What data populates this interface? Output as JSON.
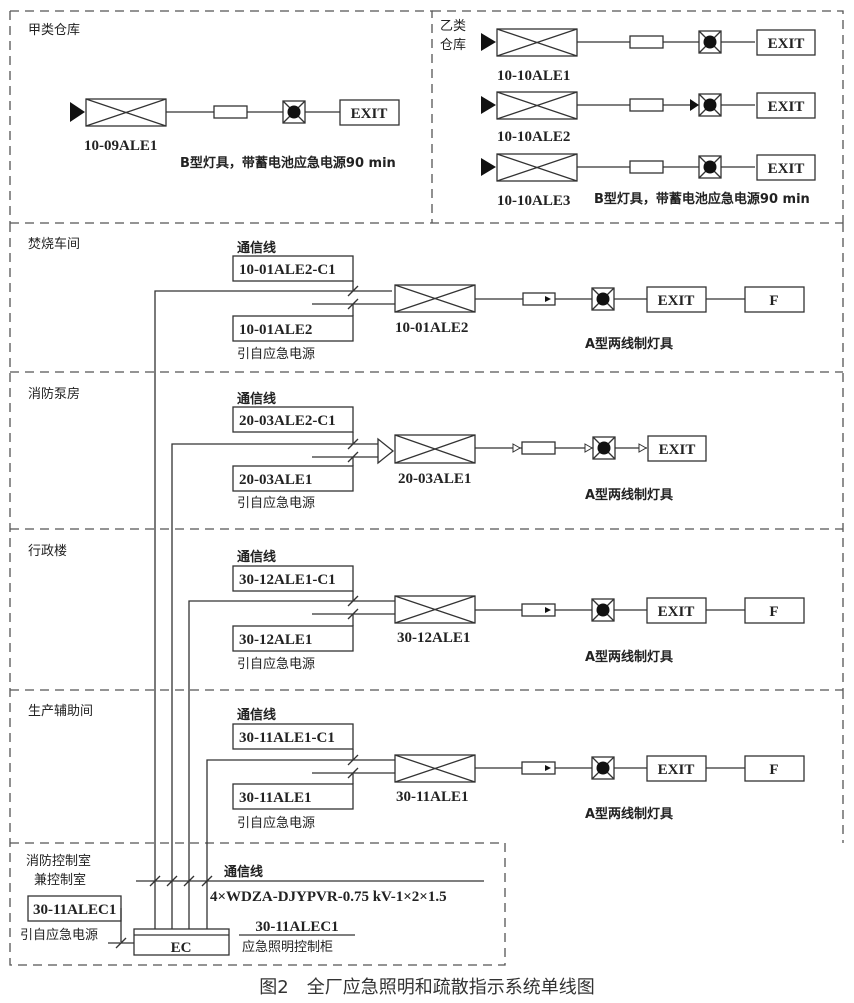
{
  "figure": {
    "caption": "图2　全厂应急照明和疏散指示系统单线图"
  },
  "zones": {
    "class_a_warehouse": {
      "title": "甲类仓库",
      "panel": "10-09ALE1",
      "exit_label": "EXIT",
      "note": "B型灯具，带蓄电池应急电源90 min"
    },
    "class_b_warehouse": {
      "title_line1": "乙类",
      "title_line2": "仓库",
      "panels": [
        "10-10ALE1",
        "10-10ALE2",
        "10-10ALE3"
      ],
      "exit_label": "EXIT",
      "note": "B型灯具，带蓄电池应急电源90 min"
    },
    "incineration": {
      "title": "焚烧车间",
      "comm_label": "通信线",
      "comm_code": "10-01ALE2-C1",
      "power_code": "10-01ALE2",
      "power_label": "引自应急电源",
      "panel": "10-01ALE2",
      "exit_label": "EXIT",
      "f_label": "F",
      "note": "A型两线制灯具"
    },
    "fire_pump": {
      "title": "消防泵房",
      "comm_label": "通信线",
      "comm_code": "20-03ALE2-C1",
      "power_code": "20-03ALE1",
      "power_label": "引自应急电源",
      "panel": "20-03ALE1",
      "exit_label": "EXIT",
      "note": "A型两线制灯具"
    },
    "admin": {
      "title": "行政楼",
      "comm_label": "通信线",
      "comm_code": "30-12ALE1-C1",
      "power_code": "30-12ALE1",
      "power_label": "引自应急电源",
      "panel": "30-12ALE1",
      "exit_label": "EXIT",
      "f_label": "F",
      "note": "A型两线制灯具"
    },
    "production_aux": {
      "title": "生产辅助间",
      "comm_label": "通信线",
      "comm_code": "30-11ALE1-C1",
      "power_code": "30-11ALE1",
      "power_label": "引自应急电源",
      "panel": "30-11ALE1",
      "exit_label": "EXIT",
      "f_label": "F",
      "note": "A型两线制灯具"
    },
    "control_room": {
      "title_line1": "消防控制室",
      "title_line2": "兼控制室",
      "power_code": "30-11ALEC1",
      "power_label": "引自应急电源",
      "comm_label": "通信线",
      "cable_spec": "4×WDZA-DJYPVR-0.75 kV-1×2×1.5",
      "cabinet_code": "30-11ALEC1",
      "cabinet_name": "应急照明控制柜",
      "cabinet_tag": "EC"
    }
  }
}
